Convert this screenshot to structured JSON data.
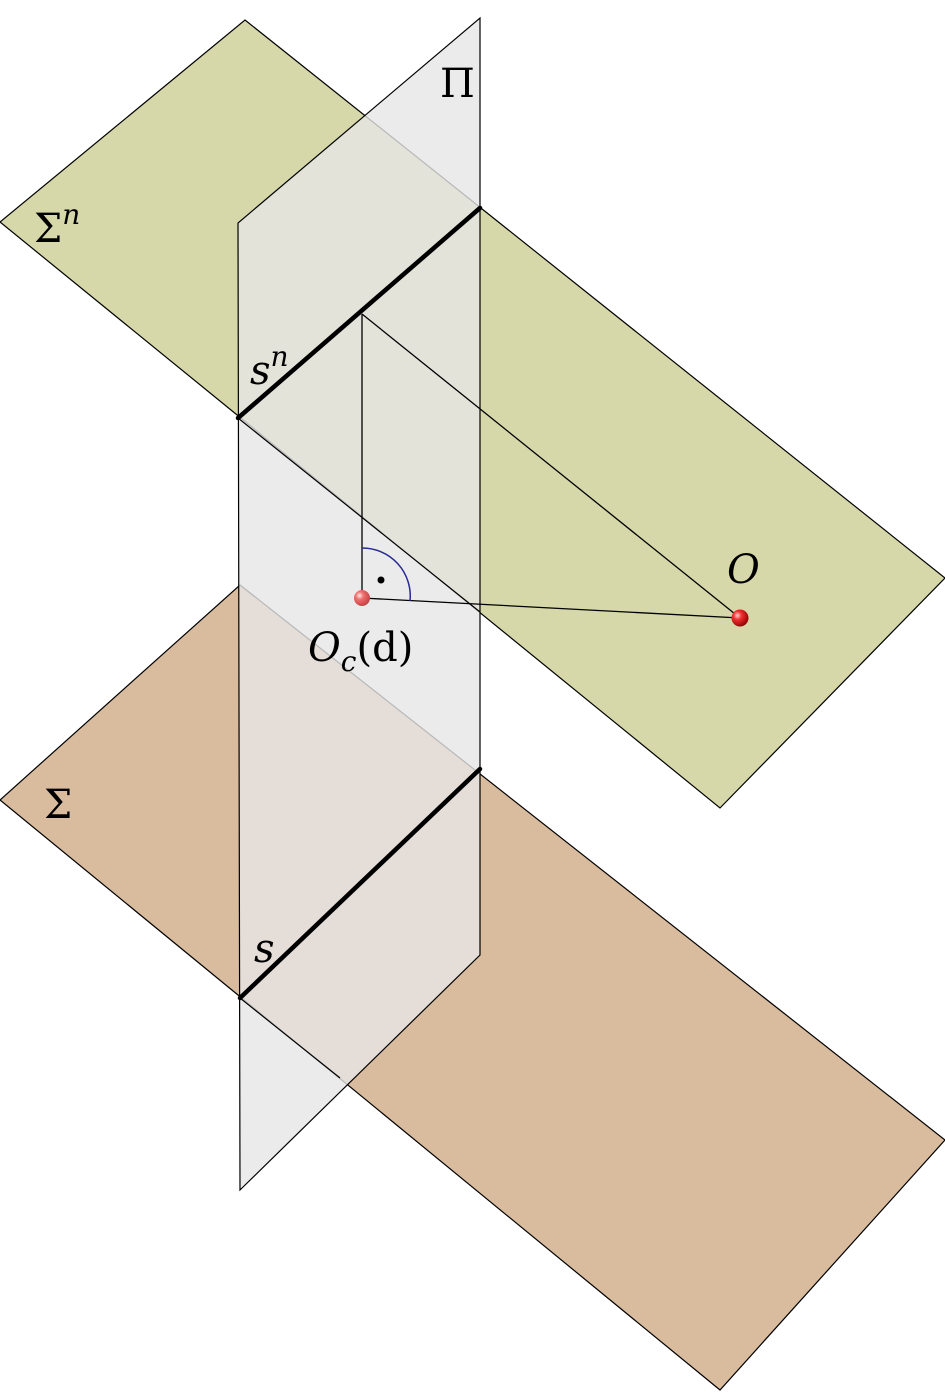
{
  "labels": {
    "plane_pi": "Π",
    "plane_sigma_n": "Σ",
    "plane_sigma_n_sup": "n",
    "plane_sigma": "Σ",
    "line_s_n": "s",
    "line_s_n_sup": "n",
    "line_s": "s",
    "point_o": "O",
    "point_oc": "O",
    "point_oc_sub": "c",
    "point_oc_suffix": "(d)"
  },
  "colors": {
    "plane_sigma_n_fill": "#d6d8aa",
    "plane_sigma_fill": "#d9bb9e",
    "plane_pi_fill": "#e6e6e6",
    "point_fill": "#e01010",
    "right_angle_arc": "#2a2a9a",
    "stroke": "#000000"
  },
  "icons": {
    "point_o": "red-sphere-icon",
    "point_oc": "red-sphere-icon"
  }
}
